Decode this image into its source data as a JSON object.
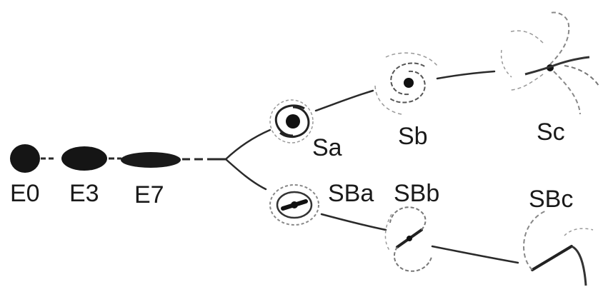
{
  "labels": {
    "e0": "E0",
    "e3": "E3",
    "e7": "E7",
    "sa": "Sa",
    "sb": "Sb",
    "sc": "Sc",
    "sba": "SBa",
    "sbb": "SBb",
    "sbc": "SBc"
  },
  "colors": {
    "ink": "#1a1a1a",
    "faint": "#8a8a8a",
    "background": "#ffffff"
  }
}
